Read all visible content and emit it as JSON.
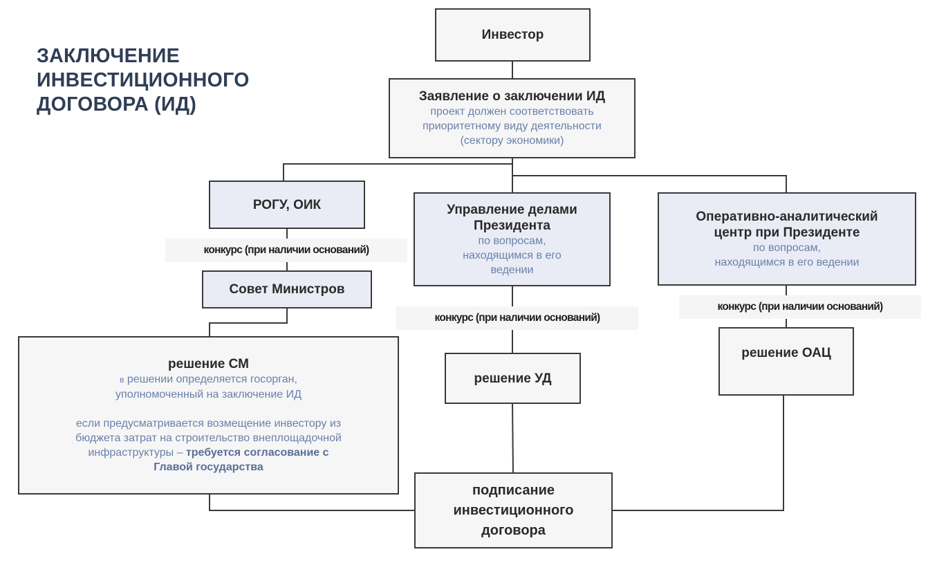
{
  "title": {
    "lines": [
      "ЗАКЛЮЧЕНИЕ",
      "ИНВЕСТИЦИОННОГО",
      "ДОГОВОРА (ИД)"
    ]
  },
  "colors": {
    "title": "#2f3e55",
    "box_border": "#3a3a3a",
    "box_gray_fill": "#f6f6f6",
    "box_blue_fill": "#e9ecf5",
    "subtext": "#6a80aa",
    "label_fill": "#f5f5f5"
  },
  "nodes": {
    "investor": {
      "title": "Инвестор"
    },
    "application": {
      "title": "Заявление о заключении ИД",
      "sub": [
        "проект должен соответствовать",
        "приоритетному виду деятельности",
        "(сектору экономики)"
      ]
    },
    "rogu": {
      "title": "РОГУ, ОИК"
    },
    "council": {
      "title": "Совет Министров"
    },
    "cm_decision": {
      "title": "решение СМ",
      "sub1_prefix": "в",
      "sub1": [
        "решении определяется госорган,",
        "уполномоченный на заключение ИД"
      ],
      "sub2": [
        "если предусматривается возмещение инвестору из",
        "бюджета затрат на строительство внеплощадочной"
      ],
      "sub2_last_plain": "инфраструктуры – ",
      "sub2_last_bold": "требуется согласование с",
      "sub2_final_bold": "Главой государства"
    },
    "ud": {
      "title": [
        "Управление делами",
        "Президента"
      ],
      "sub": [
        "по вопросам,",
        "находящимся в его",
        "ведении"
      ]
    },
    "ud_decision": {
      "title": "решение УД"
    },
    "oac": {
      "title": [
        "Оперативно-аналитический",
        "центр при Президенте"
      ],
      "sub": [
        "по вопросам,",
        "находящимся в его ведении"
      ]
    },
    "oac_decision": {
      "title": "решение ОАЦ"
    },
    "signing": {
      "title": [
        "подписание",
        "инвестиционного",
        "договора"
      ]
    }
  },
  "edge_labels": {
    "left": "конкурс (при наличии оснований)",
    "middle": "конкурс (при наличии оснований)",
    "right": "конкурс (при наличии оснований)"
  }
}
